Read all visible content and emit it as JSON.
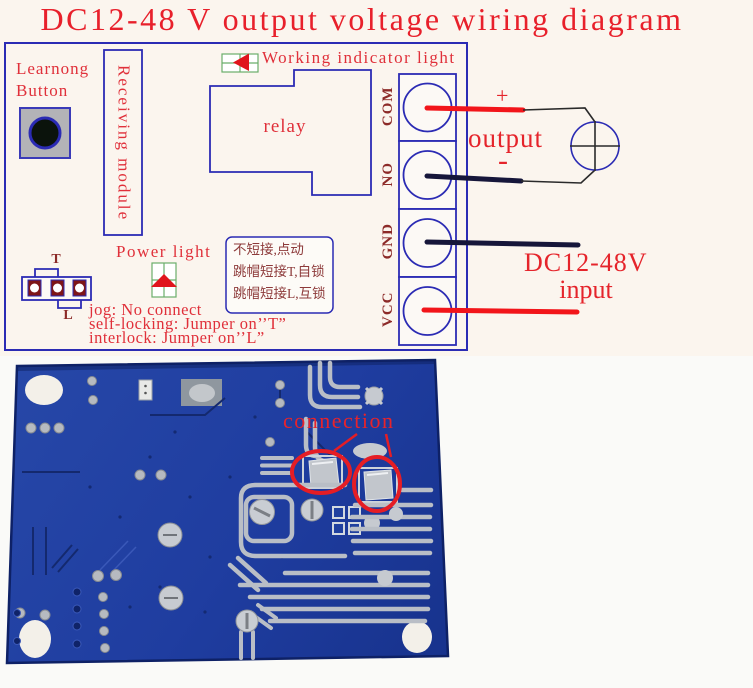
{
  "title": "DC12-48 V output voltage wiring diagram",
  "schematic": {
    "learn_button": {
      "line1": "Learnong",
      "line2": "Button"
    },
    "receiving_module": "Receiving module",
    "working_light": "Working indicator light",
    "relay": "relay",
    "power_light": "Power light",
    "jumper_labels": {
      "t": "T",
      "l": "L"
    },
    "mode_notes_cn": [
      "不短接,点动",
      "跳帽短接T,自锁",
      "跳帽短接L,互锁"
    ],
    "mode_notes_en": [
      "jog: No connect",
      "self-locking: Jumper on’’T”",
      "interlock: Jumper on’’L”"
    ],
    "terminals": [
      "COM",
      "NO",
      "GND",
      "VCC"
    ],
    "output": {
      "plus": "+",
      "label": "output",
      "minus": "-"
    },
    "input": {
      "line1": "DC12-48V",
      "line2": "input"
    }
  },
  "pcb": {
    "annotation": "connection"
  },
  "colors": {
    "accent_red": "#e5242b",
    "label_red": "#e0303a",
    "maroon": "#8c2a28",
    "diagram_blue": "#2b2bb4",
    "wire_red": "#f2151a",
    "wire_black": "#16163a",
    "pcb_blue": "#1f3da0",
    "solder_silver": "#c2c6cc"
  }
}
